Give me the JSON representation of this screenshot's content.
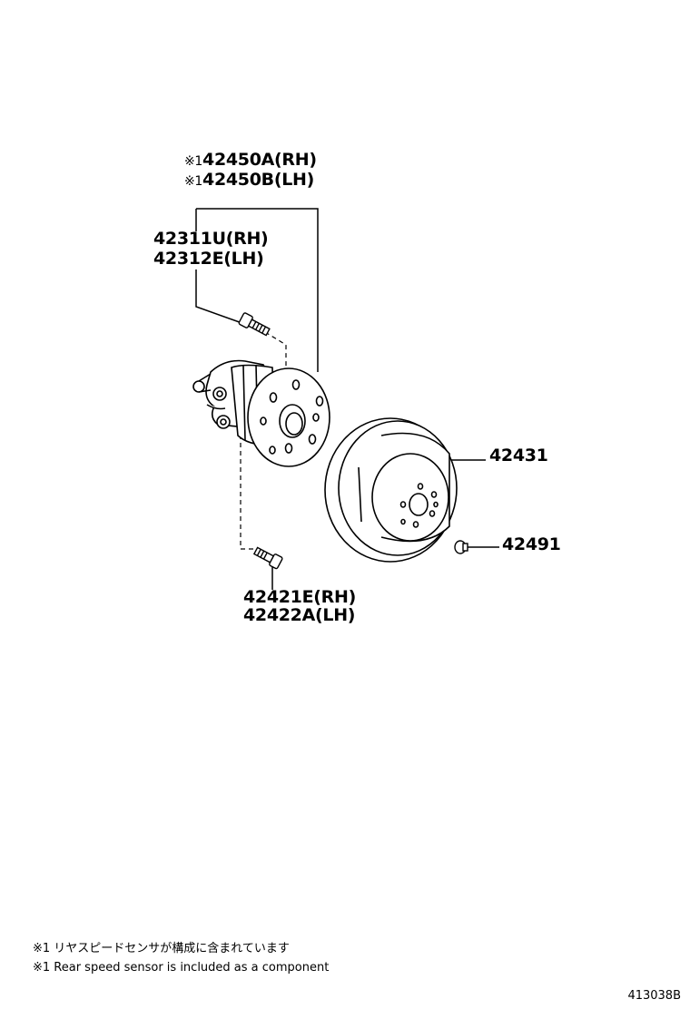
{
  "parts": {
    "hub_assembly": {
      "marker": "※1",
      "line1": "42450A(RH)",
      "line2": "42450B(LH)"
    },
    "hub_bolt": {
      "line1": "42311U(RH)",
      "line2": "42312E(LH)"
    },
    "mount_bolt": {
      "line1": "42421E(RH)",
      "line2": "42422A(LH)"
    },
    "disc": {
      "number": "42431"
    },
    "disc_screw": {
      "number": "42491"
    }
  },
  "notes": {
    "jp": "※1 リヤスピードセンサが構成に含まれています",
    "en": "※1 Rear speed sensor is included as a component"
  },
  "diagram_code": "413038B"
}
